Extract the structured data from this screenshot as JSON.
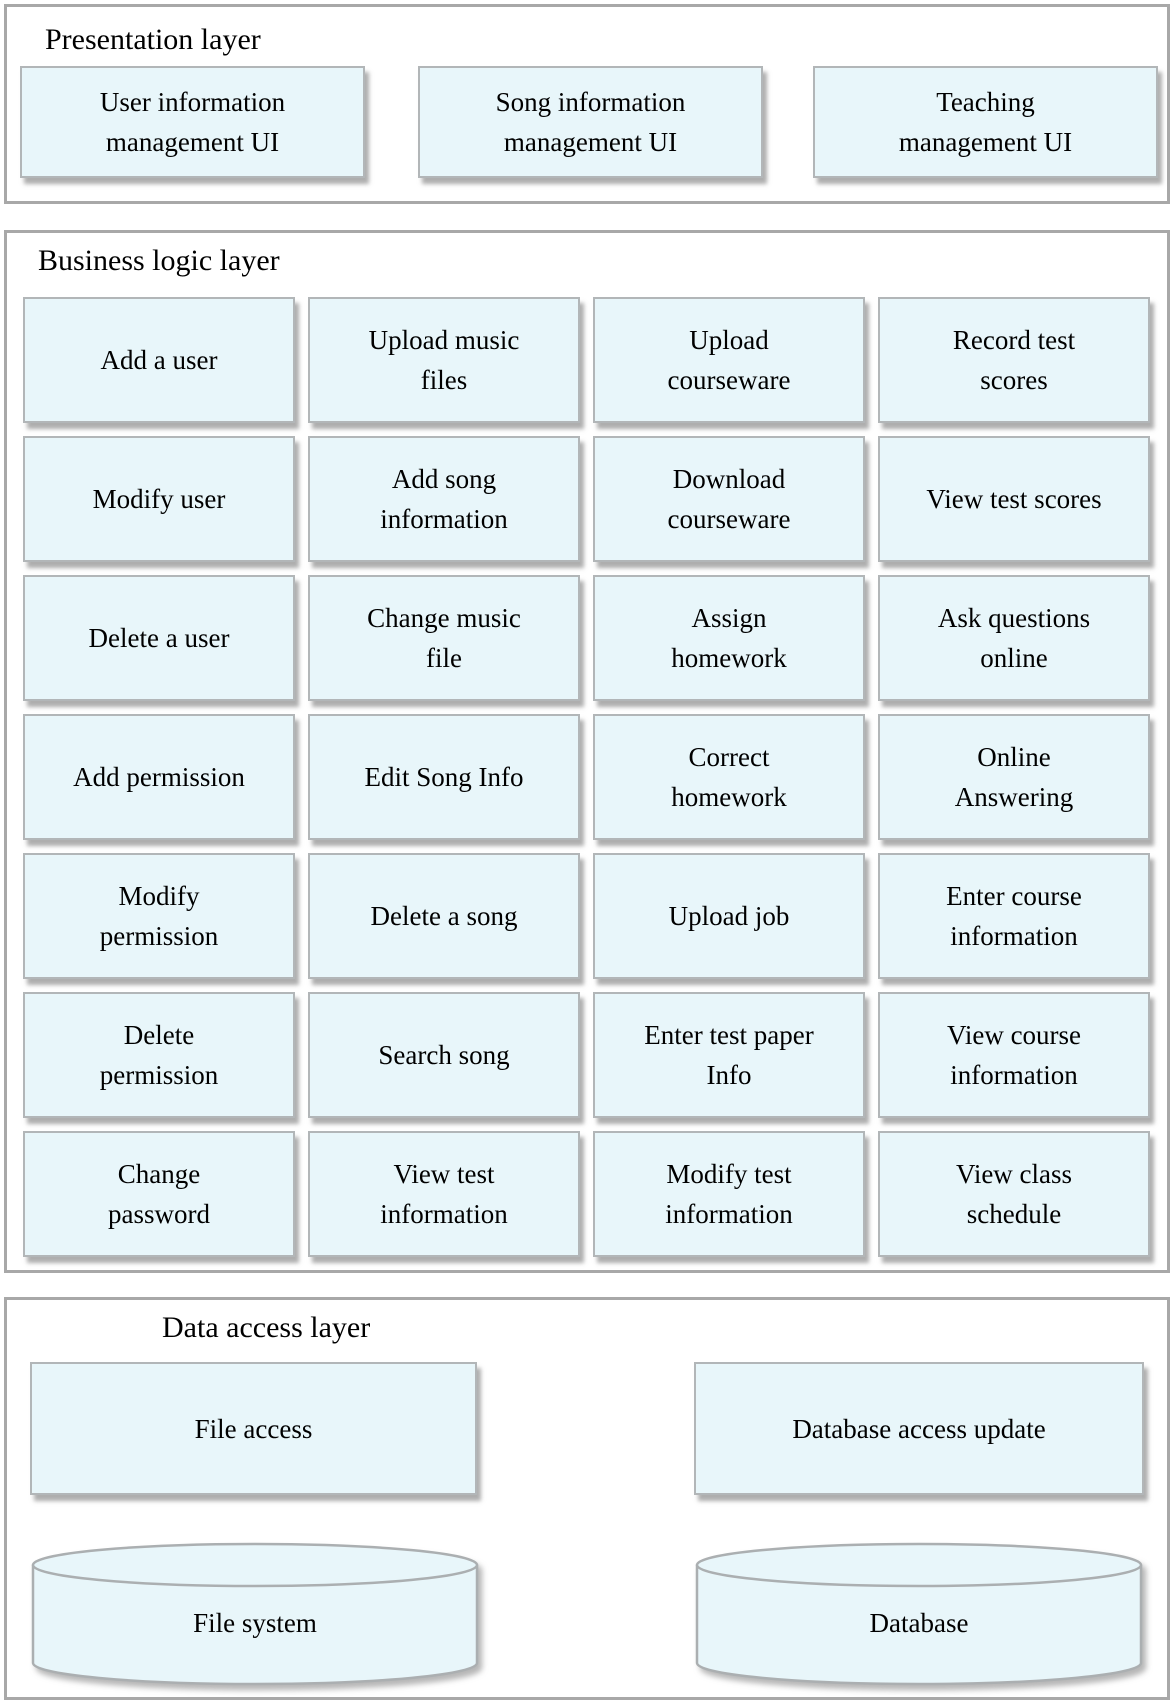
{
  "layers": {
    "presentation": {
      "title": "Presentation layer",
      "boxes": [
        "User information\nmanagement UI",
        "Song information\nmanagement UI",
        "Teaching\nmanagement UI"
      ]
    },
    "business": {
      "title": "Business logic layer",
      "boxes": [
        "Add a user",
        "Upload music\nfiles",
        "Upload\ncourseware",
        "Record test\nscores",
        "Modify user",
        "Add song\ninformation",
        "Download\ncourseware",
        "View test scores",
        "Delete a user",
        "Change music\nfile",
        "Assign\nhomework",
        "Ask questions\nonline",
        "Add permission",
        "Edit Song Info",
        "Correct\nhomework",
        "Online\nAnswering",
        "Modify\npermission",
        "Delete a song",
        "Upload job",
        "Enter course\ninformation",
        "Delete\npermission",
        "Search song",
        "Enter test paper\nInfo",
        "View course\ninformation",
        "Change\npassword",
        "View test\ninformation",
        "Modify test\ninformation",
        "View class\nschedule"
      ]
    },
    "data_access": {
      "title": "Data access layer",
      "boxes": [
        "File access",
        "Database access update"
      ],
      "cylinders": [
        "File system",
        "Database"
      ]
    }
  },
  "colors": {
    "box_fill": "#e8f6fa",
    "box_border": "#b2b6b8",
    "container_border": "#a8a8a8",
    "text_color": "#000000"
  }
}
